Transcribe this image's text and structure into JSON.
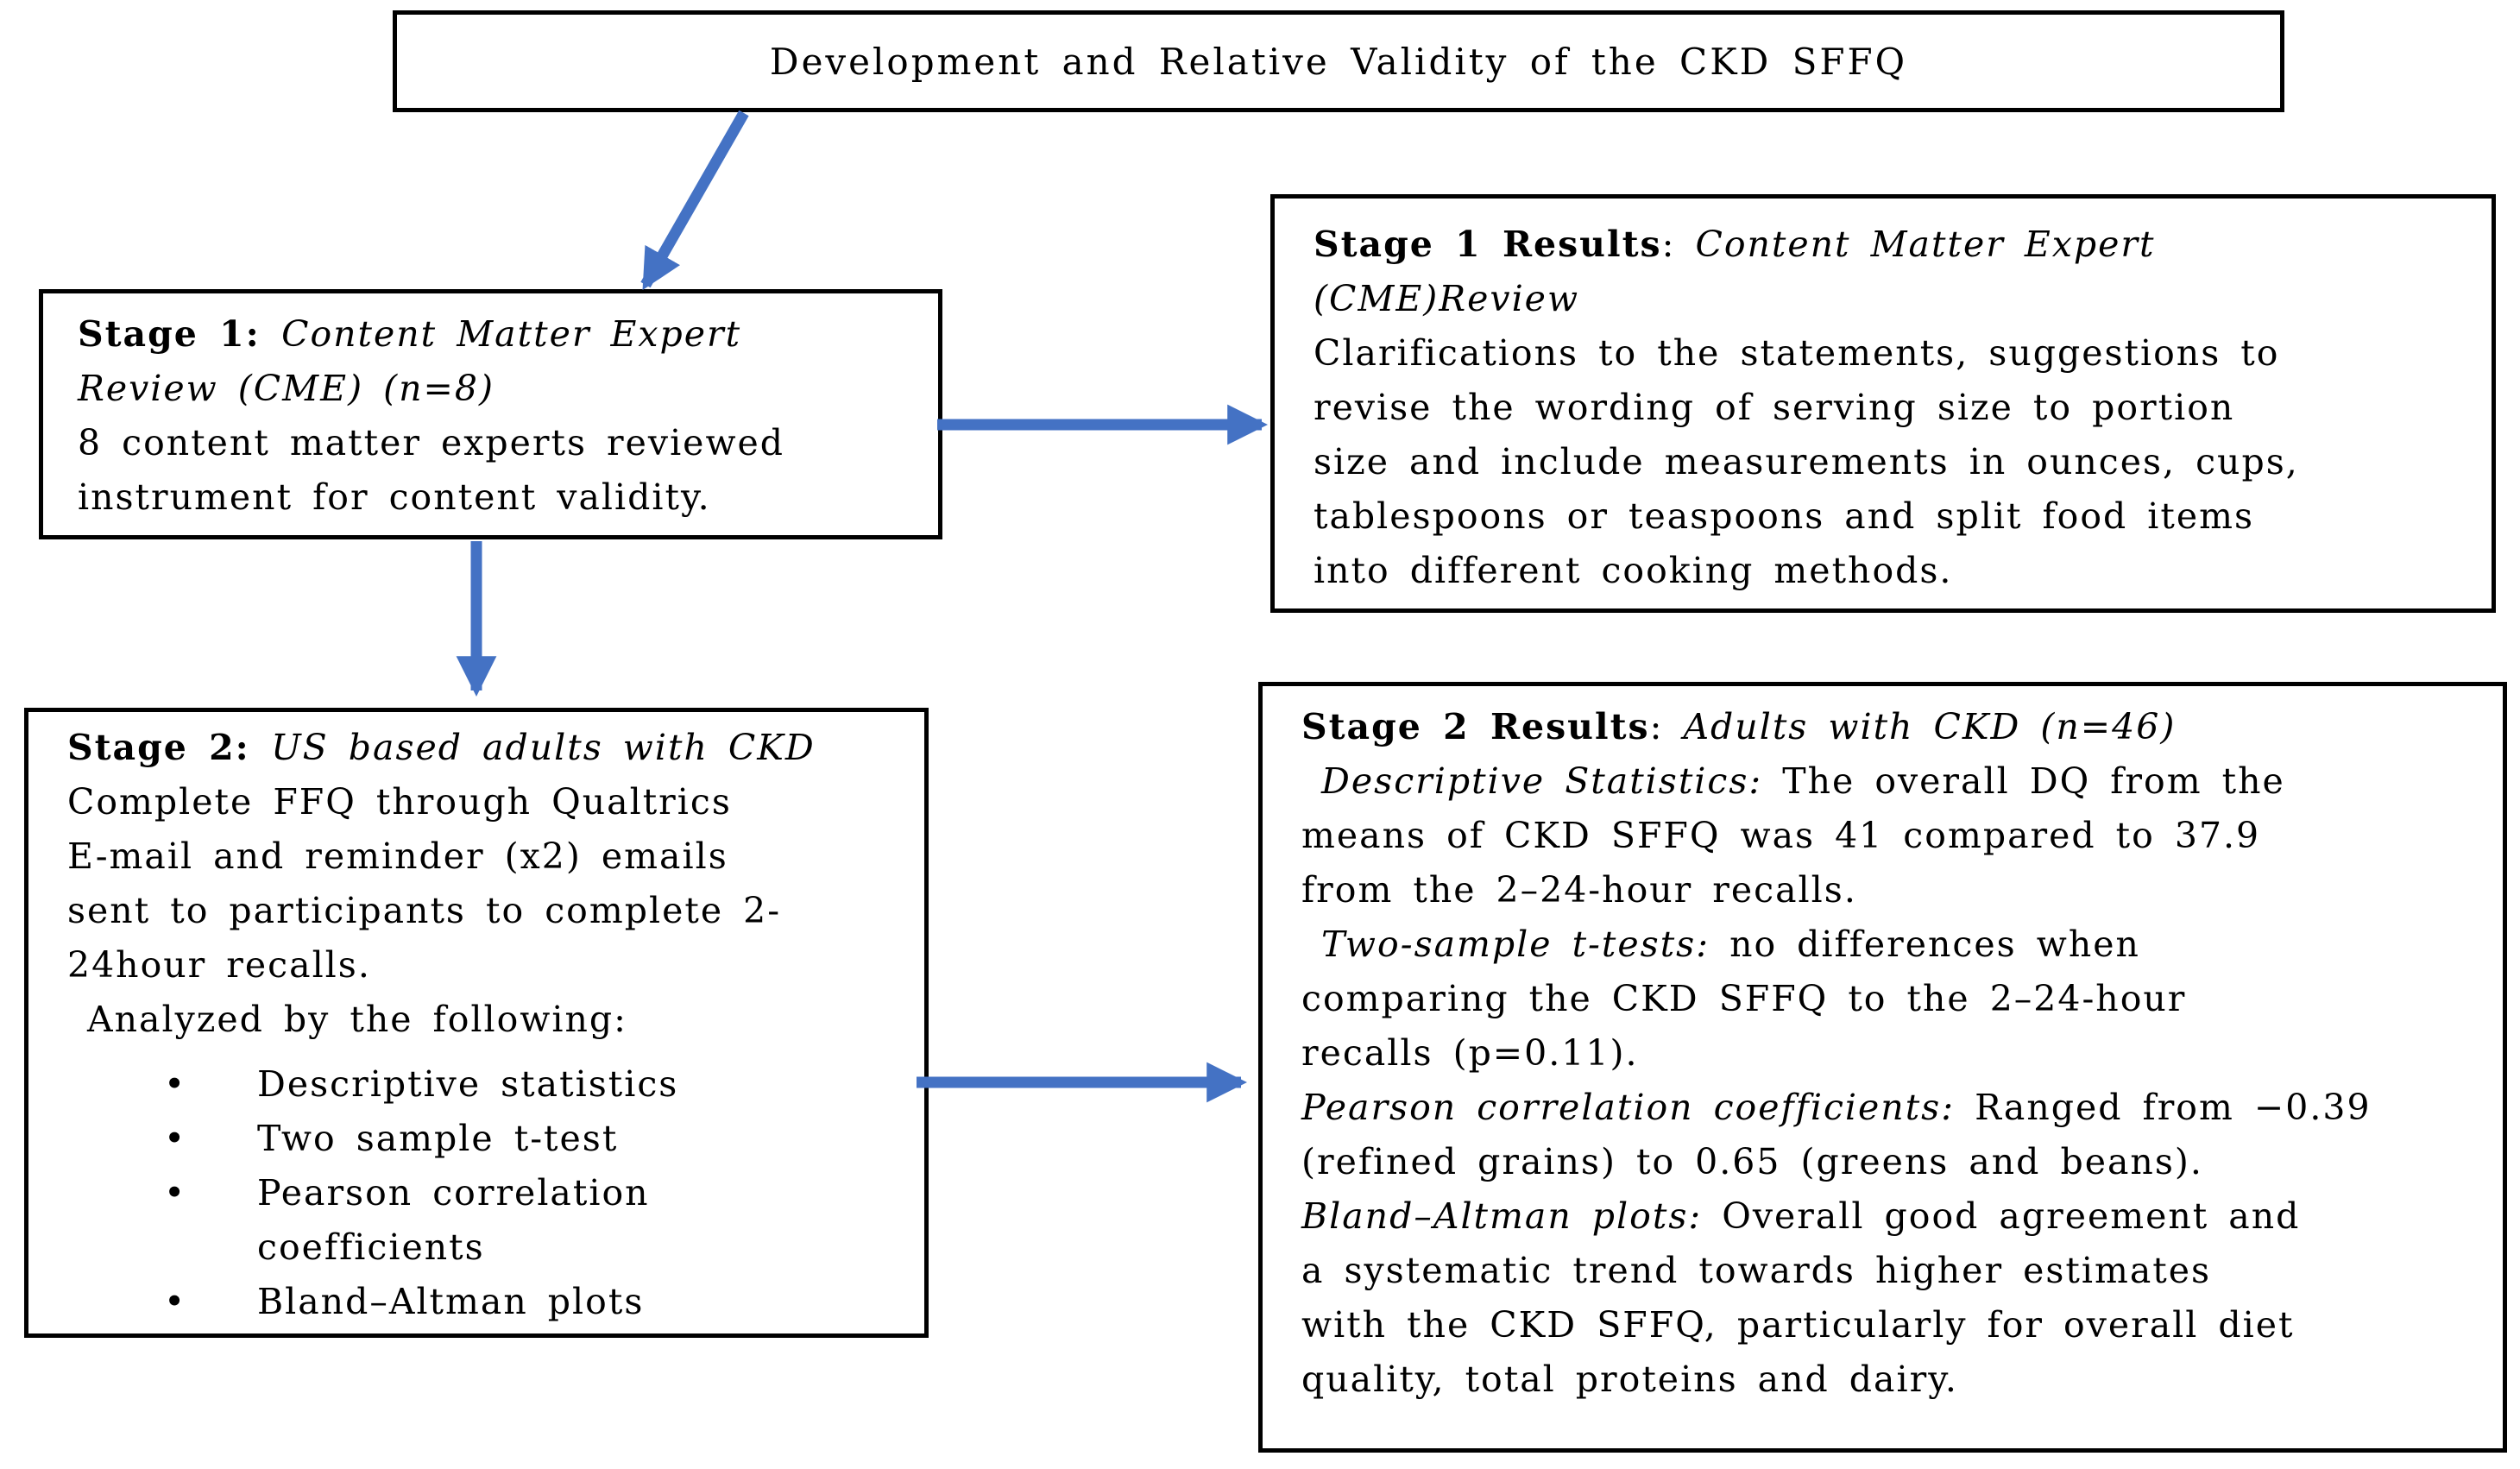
{
  "colors": {
    "arrow": "#4472C4",
    "box_border": "#000000",
    "background": "#FFFFFF",
    "text": "#000000"
  },
  "glyphs": {
    "bullet": "•"
  },
  "title": {
    "text": "Development and Relative Validity of the CKD SFFQ"
  },
  "boxes": {
    "stage1": {
      "blocks": [
        {
          "type": "p",
          "runs": [
            {
              "style": "bold",
              "text": "Stage 1: "
            },
            {
              "style": "italic",
              "text": "Content Matter Expert\nReview (CME) (n=8)"
            }
          ]
        },
        {
          "type": "p",
          "runs": [
            {
              "style": "normal",
              "text": "8 content matter experts reviewed\ninstrument for content validity."
            }
          ]
        }
      ]
    },
    "stage1_results": {
      "blocks": [
        {
          "type": "p",
          "runs": [
            {
              "style": "bold",
              "text": "Stage 1 Results"
            },
            {
              "style": "normal",
              "text": ": "
            },
            {
              "style": "italic",
              "text": "Content Matter Expert\n(CME)Review"
            }
          ]
        },
        {
          "type": "p",
          "runs": [
            {
              "style": "normal",
              "text": "Clarifications to the statements, suggestions to\nrevise the wording of serving size to portion\nsize and include measurements in ounces, cups,\ntablespoons or teaspoons and split food items\ninto different cooking methods."
            }
          ]
        }
      ]
    },
    "stage2": {
      "blocks": [
        {
          "type": "p",
          "runs": [
            {
              "style": "bold",
              "text": "Stage 2: "
            },
            {
              "style": "italic",
              "text": "US based adults with CKD"
            }
          ]
        },
        {
          "type": "p",
          "runs": [
            {
              "style": "normal",
              "text": "Complete FFQ through Qualtrics\nE-mail and reminder (x2) emails\nsent to participants to complete 2-\n24hour recalls."
            }
          ]
        },
        {
          "type": "p",
          "runs": [
            {
              "style": "normal",
              "text": " Analyzed by the following:"
            }
          ]
        },
        {
          "type": "bullet",
          "text": "Descriptive statistics"
        },
        {
          "type": "bullet",
          "text": "Two sample t-test"
        },
        {
          "type": "bullet",
          "text": "Pearson correlation\ncoefficients"
        },
        {
          "type": "bullet",
          "text": "Bland–Altman plots"
        }
      ]
    },
    "stage2_results": {
      "blocks": [
        {
          "type": "p",
          "runs": [
            {
              "style": "bold",
              "text": "Stage 2 Results"
            },
            {
              "style": "normal",
              "text": ": "
            },
            {
              "style": "italic",
              "text": "Adults with CKD (n=46)"
            }
          ]
        },
        {
          "type": "p",
          "runs": [
            {
              "style": "italic",
              "text": " Descriptive Statistics: "
            },
            {
              "style": "normal",
              "text": "The overall DQ from the\nmeans of CKD SFFQ was 41 compared to 37.9\nfrom the 2–24-hour recalls."
            }
          ]
        },
        {
          "type": "p",
          "runs": [
            {
              "style": "italic",
              "text": " Two-sample t-tests: "
            },
            {
              "style": "normal",
              "text": "no differences when\ncomparing the CKD SFFQ to the 2–24-hour\nrecalls (p=0.11)."
            }
          ]
        },
        {
          "type": "p",
          "runs": [
            {
              "style": "italic",
              "text": "Pearson correlation coefficients: "
            },
            {
              "style": "normal",
              "text": "Ranged from −0.39\n(refined grains) to 0.65 (greens and beans)."
            }
          ]
        },
        {
          "type": "p",
          "runs": [
            {
              "style": "italic",
              "text": "Bland–Altman plots: "
            },
            {
              "style": "normal",
              "text": "Overall good agreement and\na systematic trend towards higher estimates\nwith the CKD SFFQ, particularly for overall diet\nquality, total proteins and dairy."
            }
          ]
        }
      ]
    }
  },
  "arrows": [
    {
      "name": "arrow-title-to-stage1",
      "from": "title-box",
      "to": "stage1-box"
    },
    {
      "name": "arrow-stage1-to-stage1-results",
      "from": "stage1-box",
      "to": "stage1-results-box"
    },
    {
      "name": "arrow-stage1-to-stage2",
      "from": "stage1-box",
      "to": "stage2-box"
    },
    {
      "name": "arrow-stage2-to-stage2-results",
      "from": "stage2-box",
      "to": "stage2-results-box"
    }
  ]
}
